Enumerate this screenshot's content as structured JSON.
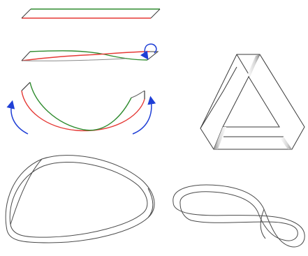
{
  "figure": {
    "panels": [
      {
        "id": "flat-strip",
        "description_visible": ""
      },
      {
        "id": "half-twisted-strip"
      },
      {
        "id": "bent-strip-with-arrows"
      },
      {
        "id": "triangular-mobius-band"
      },
      {
        "id": "smooth-mobius-band"
      },
      {
        "id": "figure-eight-mobius-band"
      }
    ]
  },
  "colors": {
    "edge_a": "#e53935",
    "edge_b": "#2e8b2e",
    "outline": "#3a3a3a",
    "arrow": "#1f3fd6",
    "shade_light": "#f0f0f0",
    "shade_dark": "#9a9a9a"
  },
  "icons": [
    "curved-arrow-icon",
    "curved-arrow-icon",
    "twist-arrow-icon"
  ]
}
